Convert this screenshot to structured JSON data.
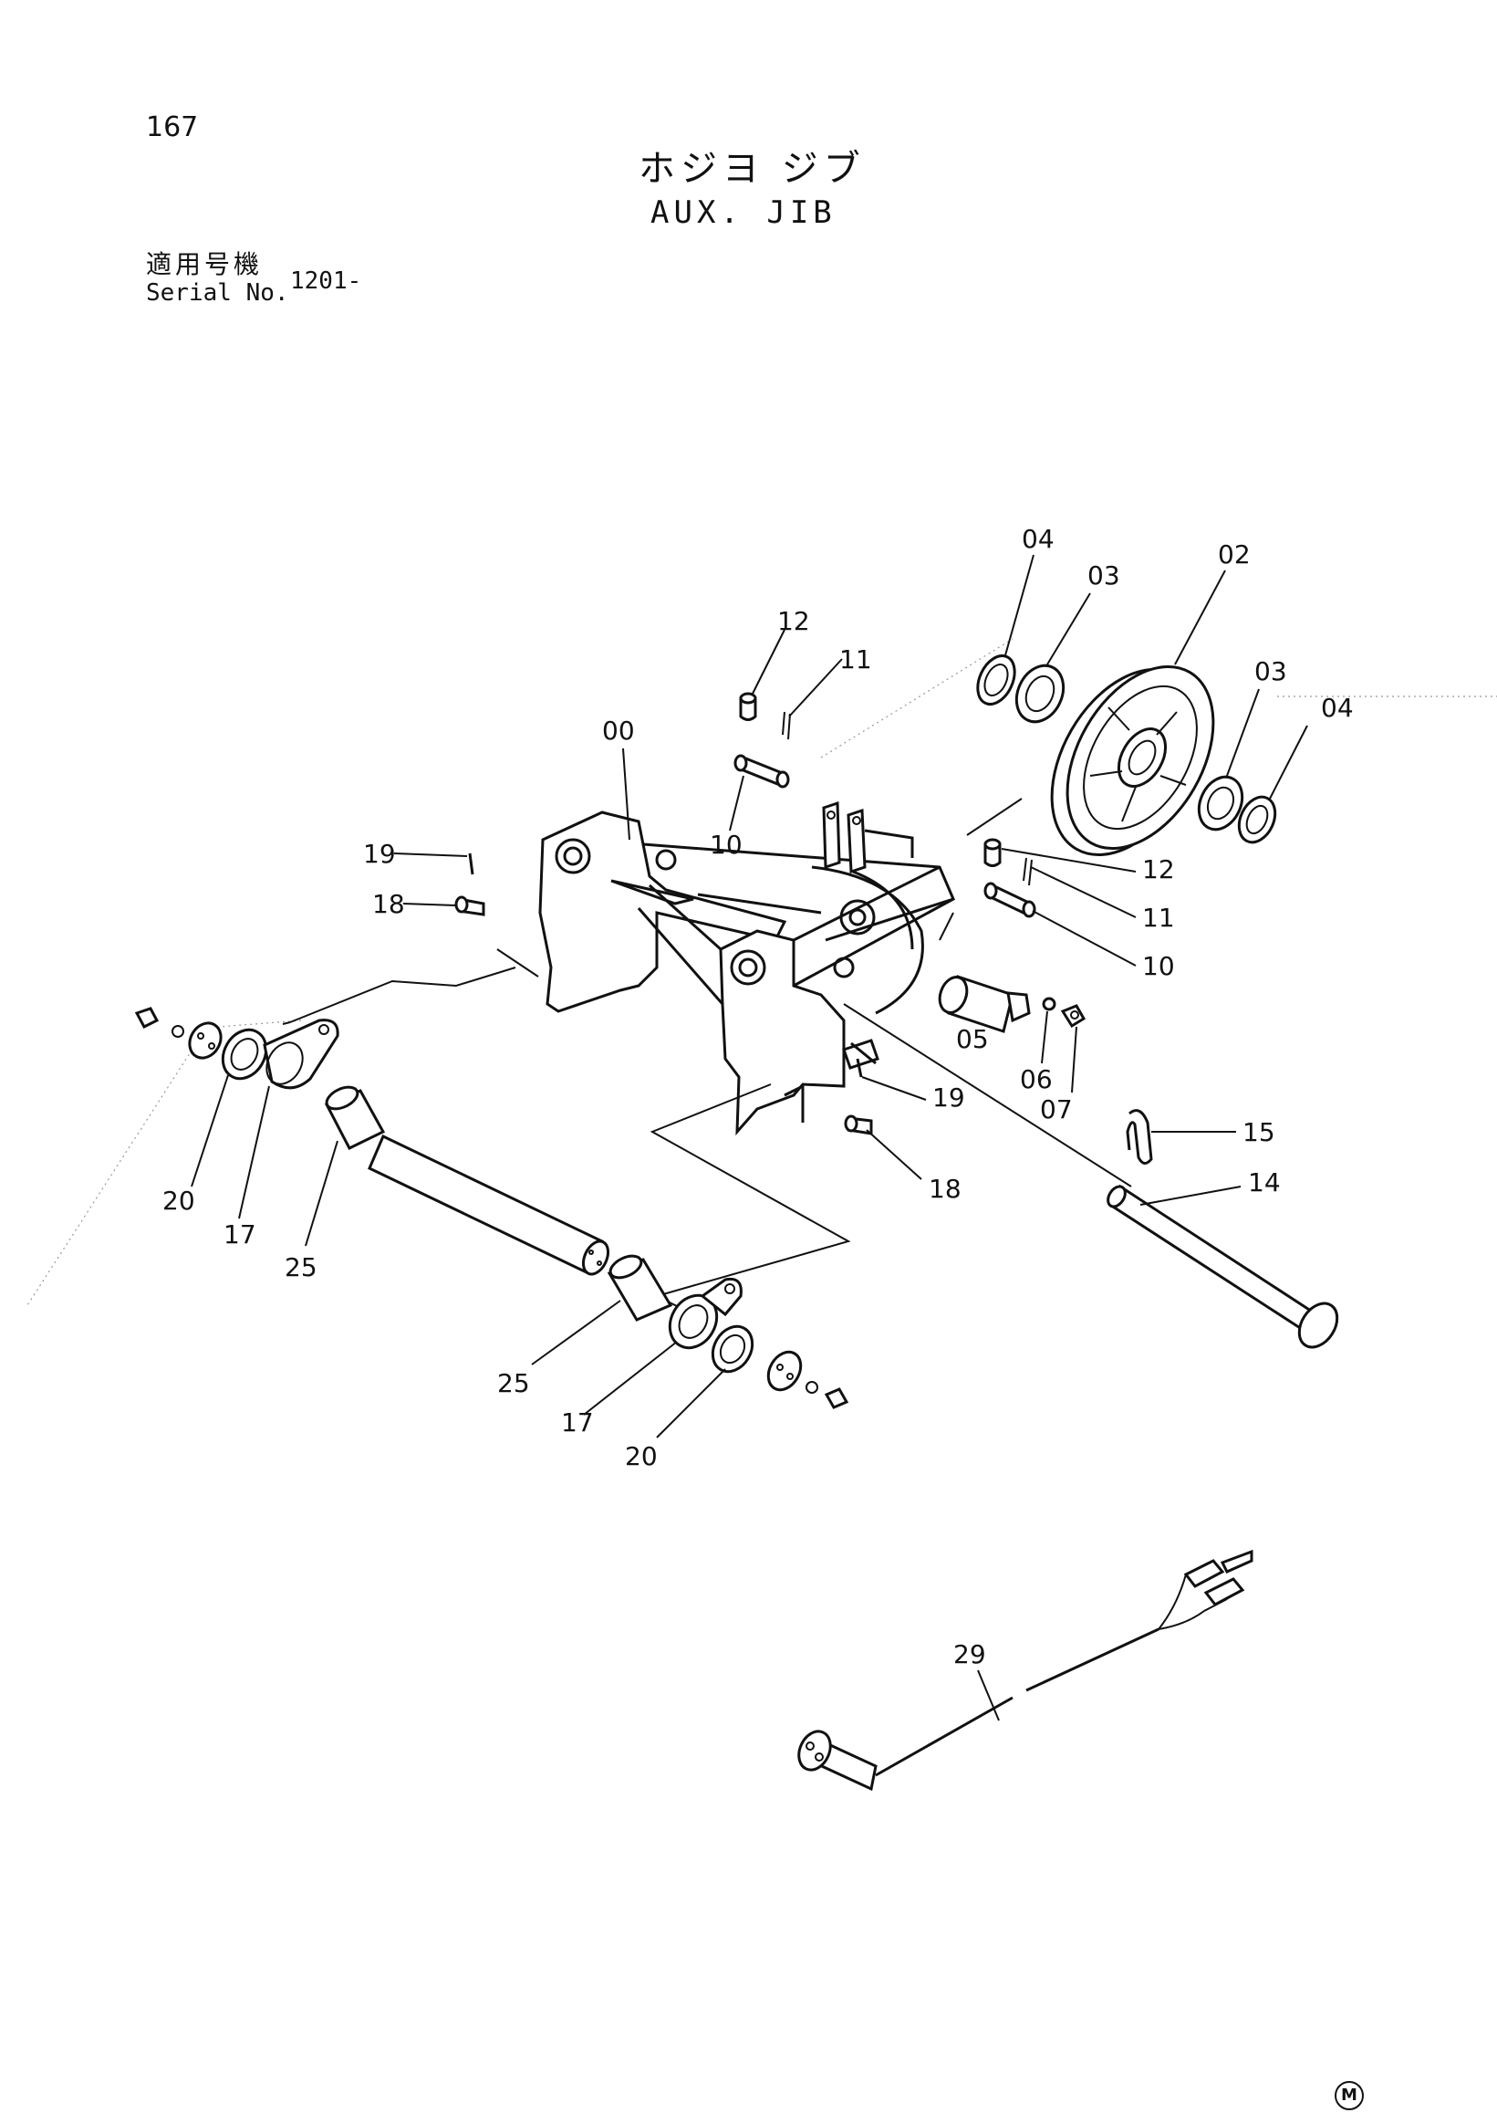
{
  "page": {
    "number": "167",
    "title_jp": "ホジヨ ジブ",
    "title_en": "AUX. JIB",
    "serial_label_jp": "適用号機",
    "serial_label_en": "Serial No.",
    "serial_range": "1201-",
    "corner_mark": "M"
  },
  "callouts": {
    "c00": "00",
    "c02": "02",
    "c03a": "03",
    "c03b": "03",
    "c04a": "04",
    "c04b": "04",
    "c05": "05",
    "c06": "06",
    "c07": "07",
    "c10a": "10",
    "c10b": "10",
    "c11a": "11",
    "c11b": "11",
    "c12a": "12",
    "c12b": "12",
    "c14": "14",
    "c15": "15",
    "c17a": "17",
    "c17b": "17",
    "c18a": "18",
    "c18b": "18",
    "c19a": "19",
    "c19b": "19",
    "c20a": "20",
    "c20b": "20",
    "c25a": "25",
    "c25b": "25",
    "c29": "29"
  }
}
